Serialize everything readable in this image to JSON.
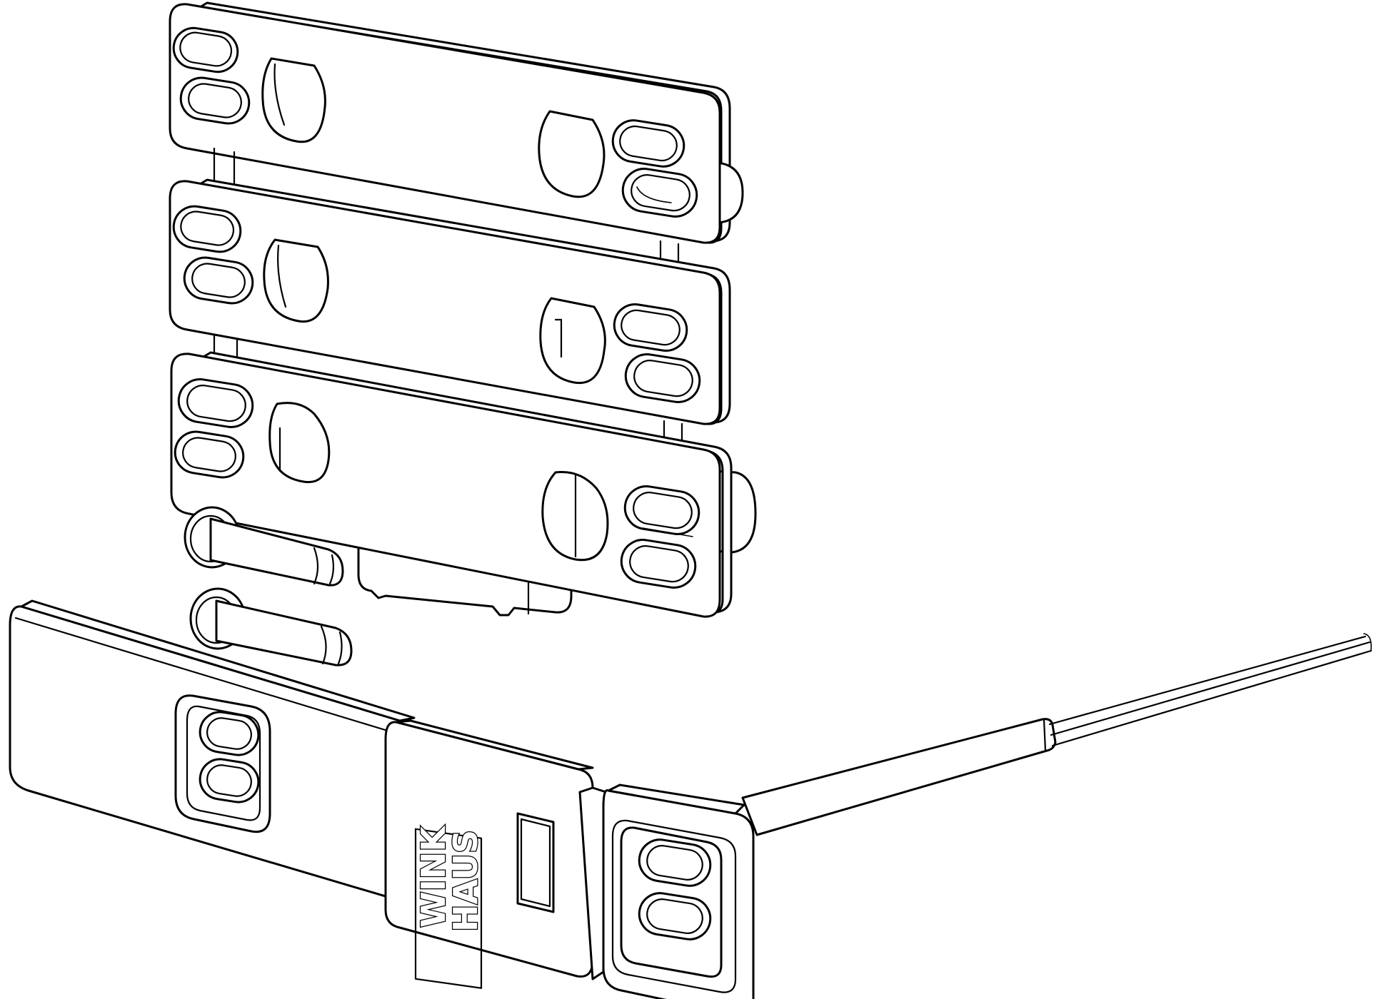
{
  "drawing": {
    "logo": {
      "line1": "WINK",
      "line2": "HAUS"
    },
    "colors": {
      "line": "#000000",
      "background": "#ffffff"
    },
    "parts": [
      "spacer-plate-top",
      "spacer-plate-middle",
      "spacer-plate-bottom",
      "screw-upper",
      "screw-lower",
      "contact-housing-block",
      "reed-contact-sensor",
      "cable-wires"
    ]
  }
}
